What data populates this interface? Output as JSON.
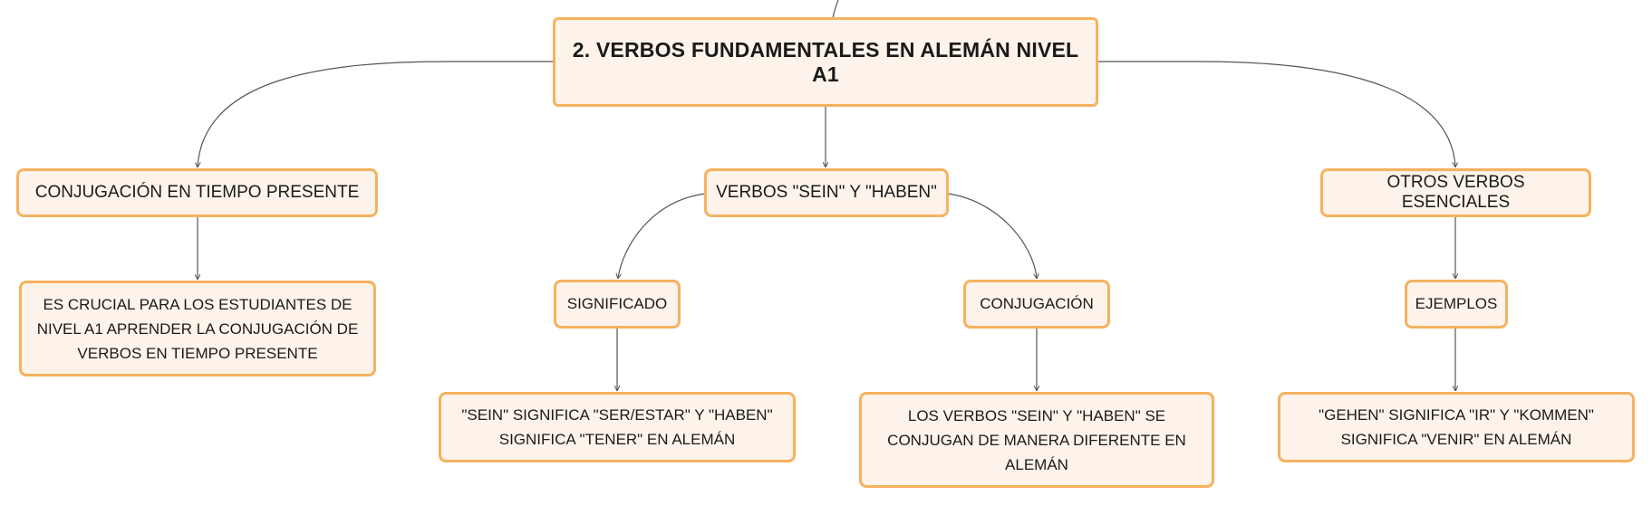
{
  "diagram": {
    "root": {
      "label": "2. VERBOS FUNDAMENTALES EN ALEMÁN NIVEL A1"
    },
    "branches": [
      {
        "label": "CONJUGACIÓN EN TIEMPO PRESENTE",
        "children": [
          {
            "label": "ES CRUCIAL PARA LOS ESTUDIANTES DE NIVEL A1 APRENDER LA CONJUGACIÓN DE VERBOS EN TIEMPO PRESENTE"
          }
        ]
      },
      {
        "label": "VERBOS \"SEIN\" Y \"HABEN\"",
        "children": [
          {
            "label": "SIGNIFICADO",
            "children": [
              {
                "label": "\"SEIN\" SIGNIFICA \"SER/ESTAR\" Y \"HABEN\" SIGNIFICA \"TENER\" EN ALEMÁN"
              }
            ]
          },
          {
            "label": "CONJUGACIÓN",
            "children": [
              {
                "label": "LOS VERBOS \"SEIN\" Y \"HABEN\" SE CONJUGAN DE MANERA DIFERENTE EN ALEMÁN"
              }
            ]
          }
        ]
      },
      {
        "label": "OTROS VERBOS ESENCIALES",
        "children": [
          {
            "label": "EJEMPLOS",
            "children": [
              {
                "label": "\"GEHEN\" SIGNIFICA \"IR\" Y \"KOMMEN\" SIGNIFICA \"VENIR\" EN ALEMÁN"
              }
            ]
          }
        ]
      }
    ]
  },
  "colors": {
    "node_fill": "#fdf3ea",
    "node_border": "#f5b260",
    "connector": "#555555",
    "text": "#1a1a1a"
  }
}
